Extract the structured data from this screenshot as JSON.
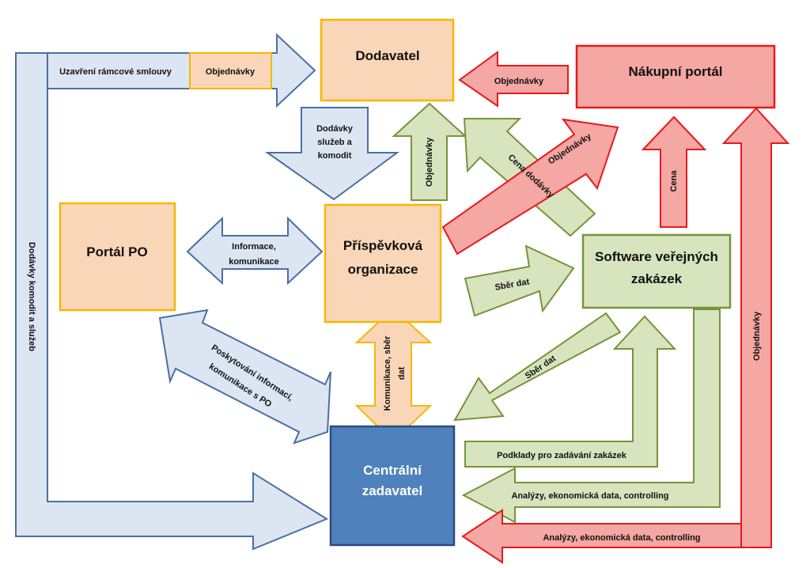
{
  "nodes": {
    "dodavatel": "Dodavatel",
    "nakupni_portal": "Nákupní portál",
    "portal_po": "Portál PO",
    "prispevkova_1": "Příspěvková",
    "prispevkova_2": "organizace",
    "software_1": "Software veřejných",
    "software_2": "zakázek",
    "centralni_1": "Centrální",
    "centralni_2": "zadavatel"
  },
  "arrows": {
    "uzavreni": "Uzavření rámcové smlouvy",
    "objednavky_top": "Objednávky",
    "objednavky_portal": "Objednávky",
    "dodavky_1": "Dodávky",
    "dodavky_2": "služeb a",
    "dodavky_3": "komodit",
    "objednavky_up": "Objednávky",
    "cena_dodavky": "Cena dodávky",
    "objednavky_diag": "Objednávky",
    "cena": "Cena",
    "informace_1": "Informace,",
    "informace_2": "komunikace",
    "sber_dat_1": "Sběr dat",
    "sber_dat_2": "Sběr dat",
    "komunikace_1": "Komunikace, sběr",
    "komunikace_2": "dat",
    "poskytovani_1": "Poskytování informací,",
    "poskytovani_2": "komunikace s PO",
    "dodavky_left": "Dodávky komodit a služeb",
    "objednavky_right": "Objednávky",
    "podklady": "Podklady pro zadávání zakázek",
    "analyzy_green": "Analýzy, ekonomická data, controlling",
    "analyzy_red": "Analýzy, ekonomická data, controlling"
  },
  "colors": {
    "orange_fill": "#FAD6B8",
    "orange_stroke": "#F5B800",
    "blue_fill": "#DCE6F2",
    "blue_stroke": "#4A6FA5",
    "green_fill": "#D7E4BD",
    "green_stroke": "#77933C",
    "red_fill": "#F4A7A3",
    "red_stroke": "#E8191C",
    "central_fill": "#4F81BD",
    "central_stroke": "#2A4D7A"
  }
}
